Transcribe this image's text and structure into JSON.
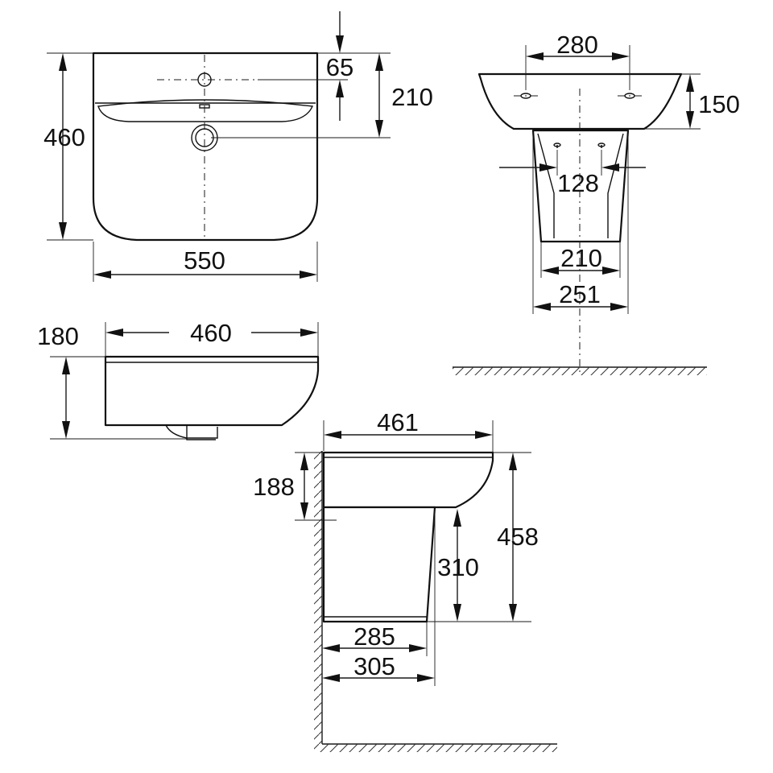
{
  "top_view": {
    "width": "550",
    "depth": "460",
    "tap_offset": "65",
    "overflow_offset": "210"
  },
  "side_view": {
    "length": "460",
    "height": "180"
  },
  "front_view": {
    "tap_spacing": "280",
    "bowl_height": "150",
    "fixing_spacing": "128",
    "pedestal_base_width": "210",
    "pedestal_top_width": "251"
  },
  "wall_view": {
    "projection": "461",
    "bowl_height": "188",
    "mount_height": "458",
    "pedestal_height": "310",
    "pedestal_depth_inner": "285",
    "pedestal_depth_outer": "305"
  }
}
